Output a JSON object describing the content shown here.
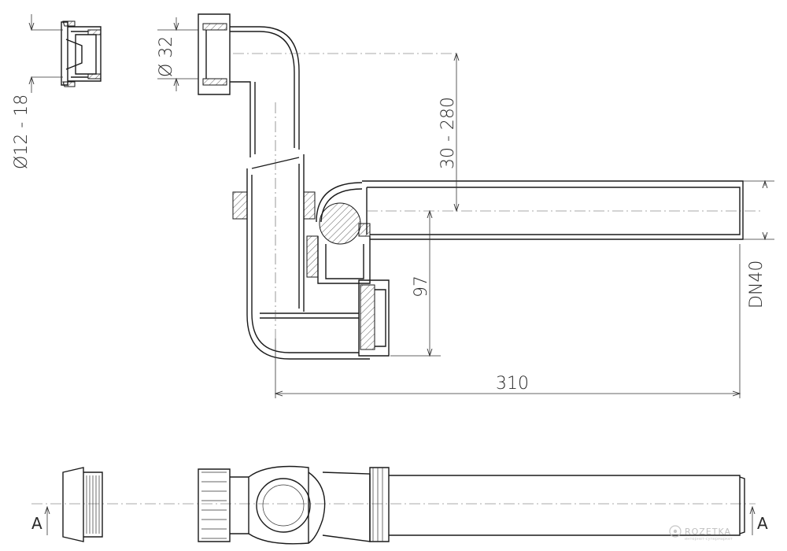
{
  "dimensions": {
    "hose_range": "Ø12 - 18",
    "inlet_diameter": "Ø 32",
    "adjust_range": "30 - 280",
    "outlet_height": "97",
    "outlet_size": "DN40",
    "length": "310"
  },
  "section_marks": {
    "left": "A",
    "right": "A"
  },
  "watermark": {
    "brand": "ROZETKA",
    "tagline": "интернет-супермаркет"
  }
}
